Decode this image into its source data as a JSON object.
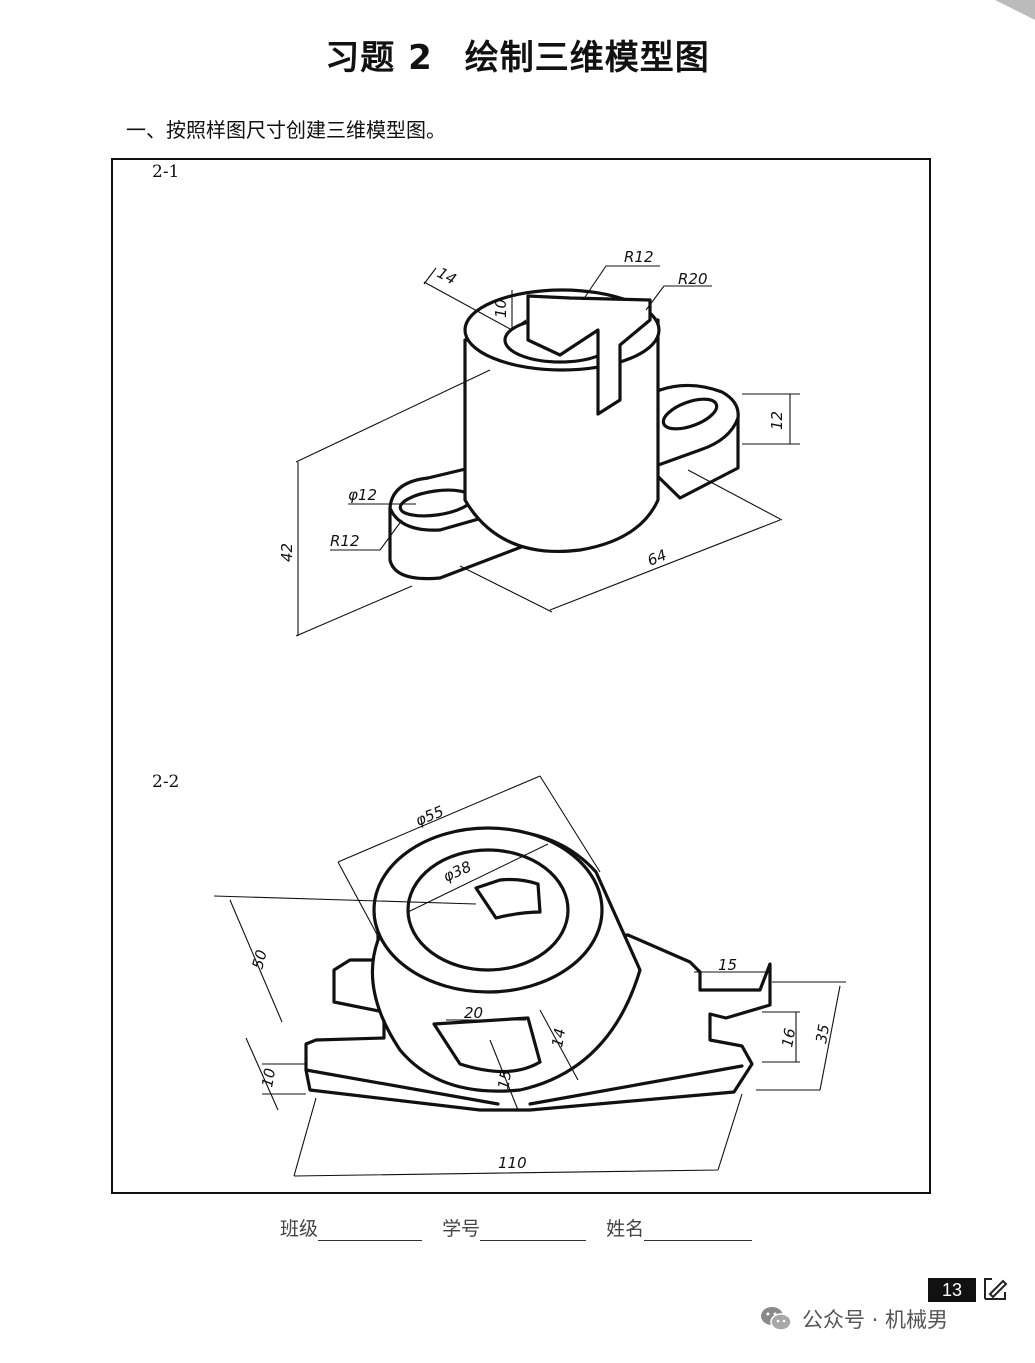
{
  "header": {
    "title_left": "习题 2",
    "title_right": "绘制三维模型图",
    "subtitle": "一、按照样图尺寸创建三维模型图。"
  },
  "figures": [
    {
      "label": "2-1",
      "dimensions": [
        "14",
        "10",
        "R12",
        "R20",
        "12",
        "42",
        "64",
        "φ12",
        "R12"
      ]
    },
    {
      "label": "2-2",
      "dimensions": [
        "φ55",
        "φ38",
        "50",
        "15",
        "16",
        "35",
        "20",
        "14",
        "15",
        "10",
        "110"
      ]
    }
  ],
  "footer": {
    "class_label": "班级",
    "student_no_label": "学号",
    "name_label": "姓名"
  },
  "page_number": "13",
  "watermark": "公众号 · 机械男"
}
